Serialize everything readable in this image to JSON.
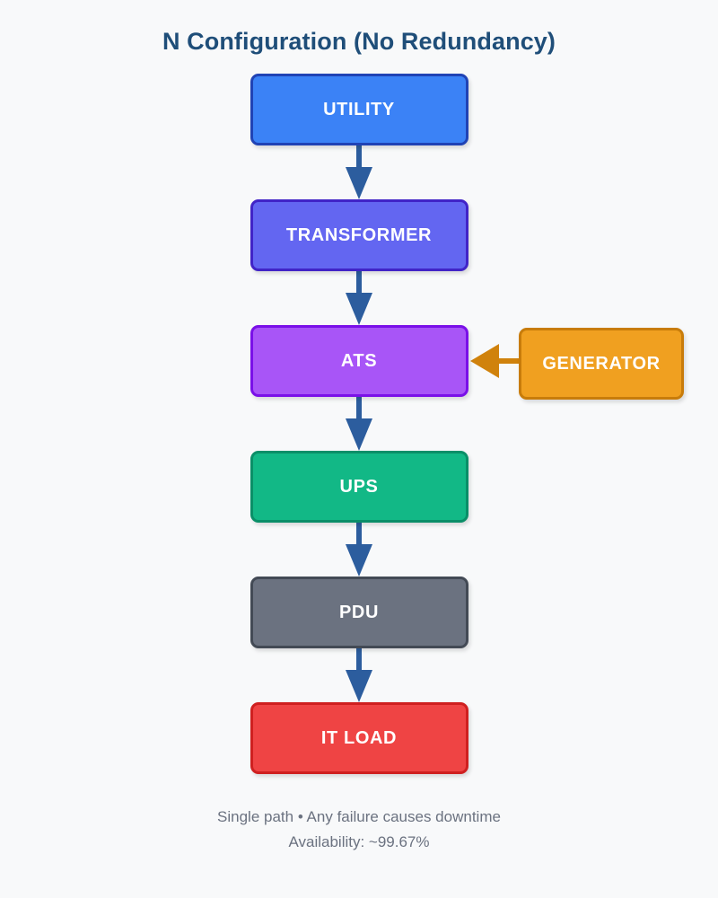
{
  "title": "N Configuration (No Redundancy)",
  "theme": {
    "background": "#f8f9fa",
    "title_color": "#1f4e79",
    "arrow_color": "#2c5d9e",
    "footer_color": "#6b7280",
    "node_text_color": "#ffffff"
  },
  "nodes": [
    {
      "id": "utility",
      "label": "UTILITY",
      "fill": "#3b82f6",
      "border": "#2043b5"
    },
    {
      "id": "transformer",
      "label": "TRANSFORMER",
      "fill": "#6366f1",
      "border": "#4124c7"
    },
    {
      "id": "ats",
      "label": "ATS",
      "fill": "#a855f7",
      "border": "#7a10e8"
    },
    {
      "id": "ups",
      "label": "UPS",
      "fill": "#12b886",
      "border": "#0a8f68"
    },
    {
      "id": "pdu",
      "label": "PDU",
      "fill": "#6b7280",
      "border": "#434a55"
    },
    {
      "id": "itload",
      "label": "IT LOAD",
      "fill": "#ef4444",
      "border": "#cf2020"
    }
  ],
  "branch": {
    "generator": {
      "label": "GENERATOR",
      "fill": "#f0a020",
      "border": "#c87c0a",
      "arrow_color": "#d0820c",
      "arrow_direction": "left",
      "target": "ats"
    }
  },
  "footer": {
    "line1": "Single path • Any failure causes downtime",
    "line2": "Availability: ~99.67%"
  }
}
